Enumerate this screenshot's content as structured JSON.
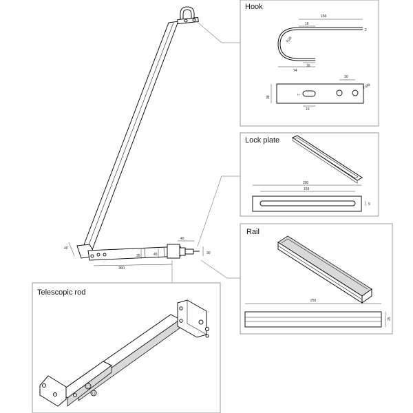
{
  "panels": {
    "hook": {
      "title": "Hook",
      "dims": {
        "d156": "156",
        "d16a": "16",
        "d2": "2",
        "r28": "R28",
        "d74": "74",
        "d16b": "16",
        "d30": "30",
        "d9": "2-Ø9",
        "d38": "38",
        "d7": "7",
        "d16c": "16"
      }
    },
    "lock_plate": {
      "title": "Lock plate",
      "dims": {
        "d200": "200",
        "d169": "169",
        "d9": "9"
      }
    },
    "rail": {
      "title": "Rail",
      "dims": {
        "d250": "250",
        "d25": "25"
      }
    },
    "telescopic_rod": {
      "title": "Telescopic rod"
    }
  },
  "main_view": {
    "dims": {
      "d40a": "40",
      "d40b": "40",
      "d35": "35",
      "d45": "45",
      "d30": "30",
      "d360": "360"
    }
  },
  "colors": {
    "ink": "#111111",
    "frame": "#9a9a9a",
    "shade": "#d9d9d9"
  }
}
